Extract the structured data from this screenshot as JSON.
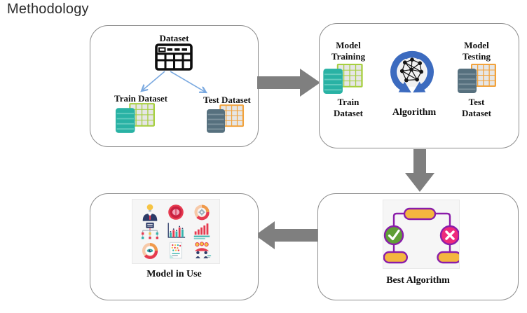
{
  "title": "Methodology",
  "palette": {
    "box_border": "#8c8c8c",
    "flow_arrow_gray": "#7f7f7f",
    "split_arrow_blue": "#7aa9e0",
    "cycle_blue": "#3c6bbf",
    "db_teal": "#29b2a4",
    "table_green": "#a6cf3f",
    "db_slate": "#56707e",
    "table_orange": "#f2a23b",
    "pill_yellow": "#f4b63f",
    "tree_purple": "#8a1caa",
    "check_green": "#5f9e37",
    "cross_pink": "#ee2a7b",
    "icon_bg": "#f6f6f6"
  },
  "boxes": {
    "data_split": {
      "dataset_label": "Dataset",
      "train_label": "Train Dataset",
      "test_label": "Test Dataset"
    },
    "training": {
      "model_training_label": "Model\nTraining",
      "train_dataset_label": "Train\nDataset",
      "algorithm_label": "Algorithm",
      "model_testing_label": "Model\nTesting",
      "test_dataset_label": "Test\nDataset"
    },
    "best_algorithm": {
      "label": "Best Algorithm"
    },
    "model_in_use": {
      "label": "Model in Use",
      "icon_names": [
        "idea-person",
        "brain-badge",
        "gear-donut",
        "server-tree",
        "bar-chart",
        "growth-bars",
        "eye-donut",
        "data-sheet",
        "team-meeting"
      ]
    }
  }
}
